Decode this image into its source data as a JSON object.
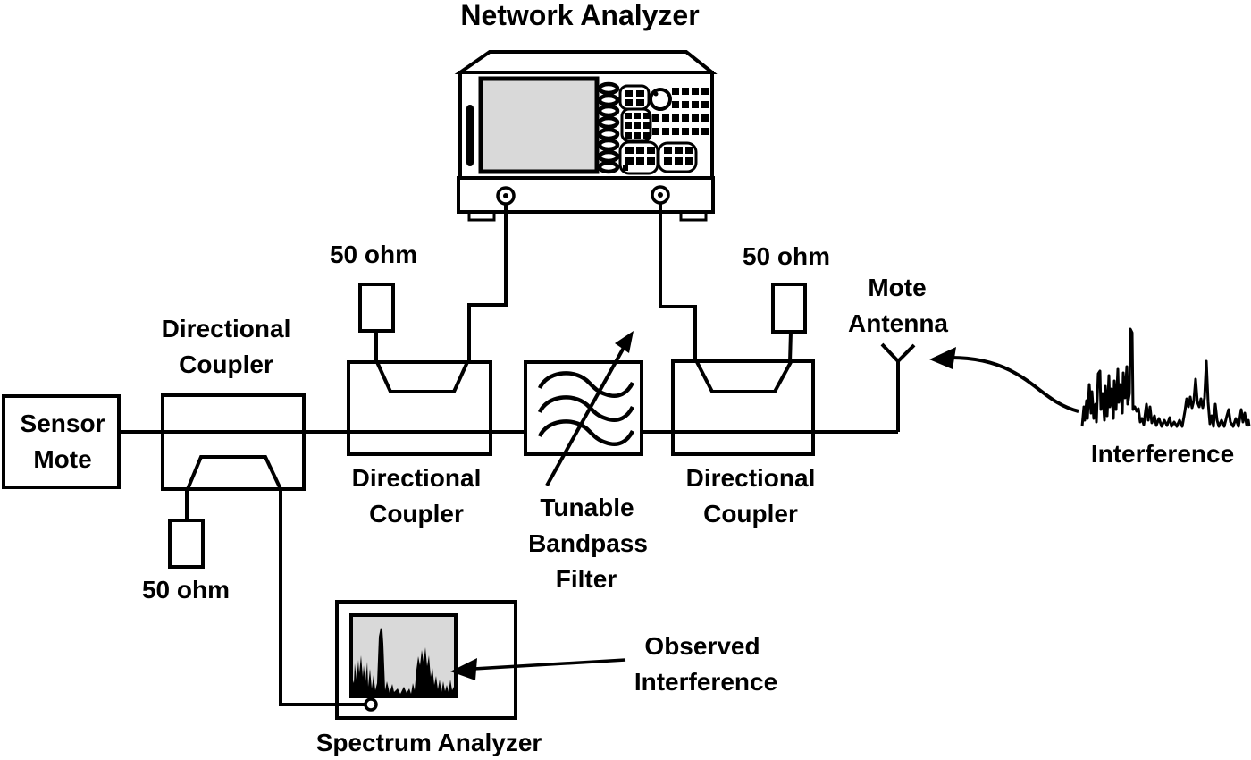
{
  "figure": {
    "type": "block-diagram",
    "description_visible_text_only": true
  },
  "labels": {
    "network_analyzer": "Network Analyzer",
    "sensor_mote": [
      "Sensor",
      "Mote"
    ],
    "coupler_left": [
      "Directional",
      "Coupler"
    ],
    "coupler_mid": [
      "Directional",
      "Coupler"
    ],
    "coupler_right": [
      "Directional",
      "Coupler"
    ],
    "term_left": "50 ohm",
    "term_mid": "50 ohm",
    "term_right": "50 ohm",
    "filter": [
      "Tunable",
      "Bandpass",
      "Filter"
    ],
    "mote_antenna": [
      "Mote",
      "Antenna"
    ],
    "interference": "Interference",
    "observed_interference": [
      "Observed",
      "Interference"
    ],
    "spectrum_analyzer": "Spectrum Analyzer"
  },
  "colors": {
    "line": "#000000",
    "background": "#ffffff",
    "screen_fill": "#d9d9d9"
  }
}
